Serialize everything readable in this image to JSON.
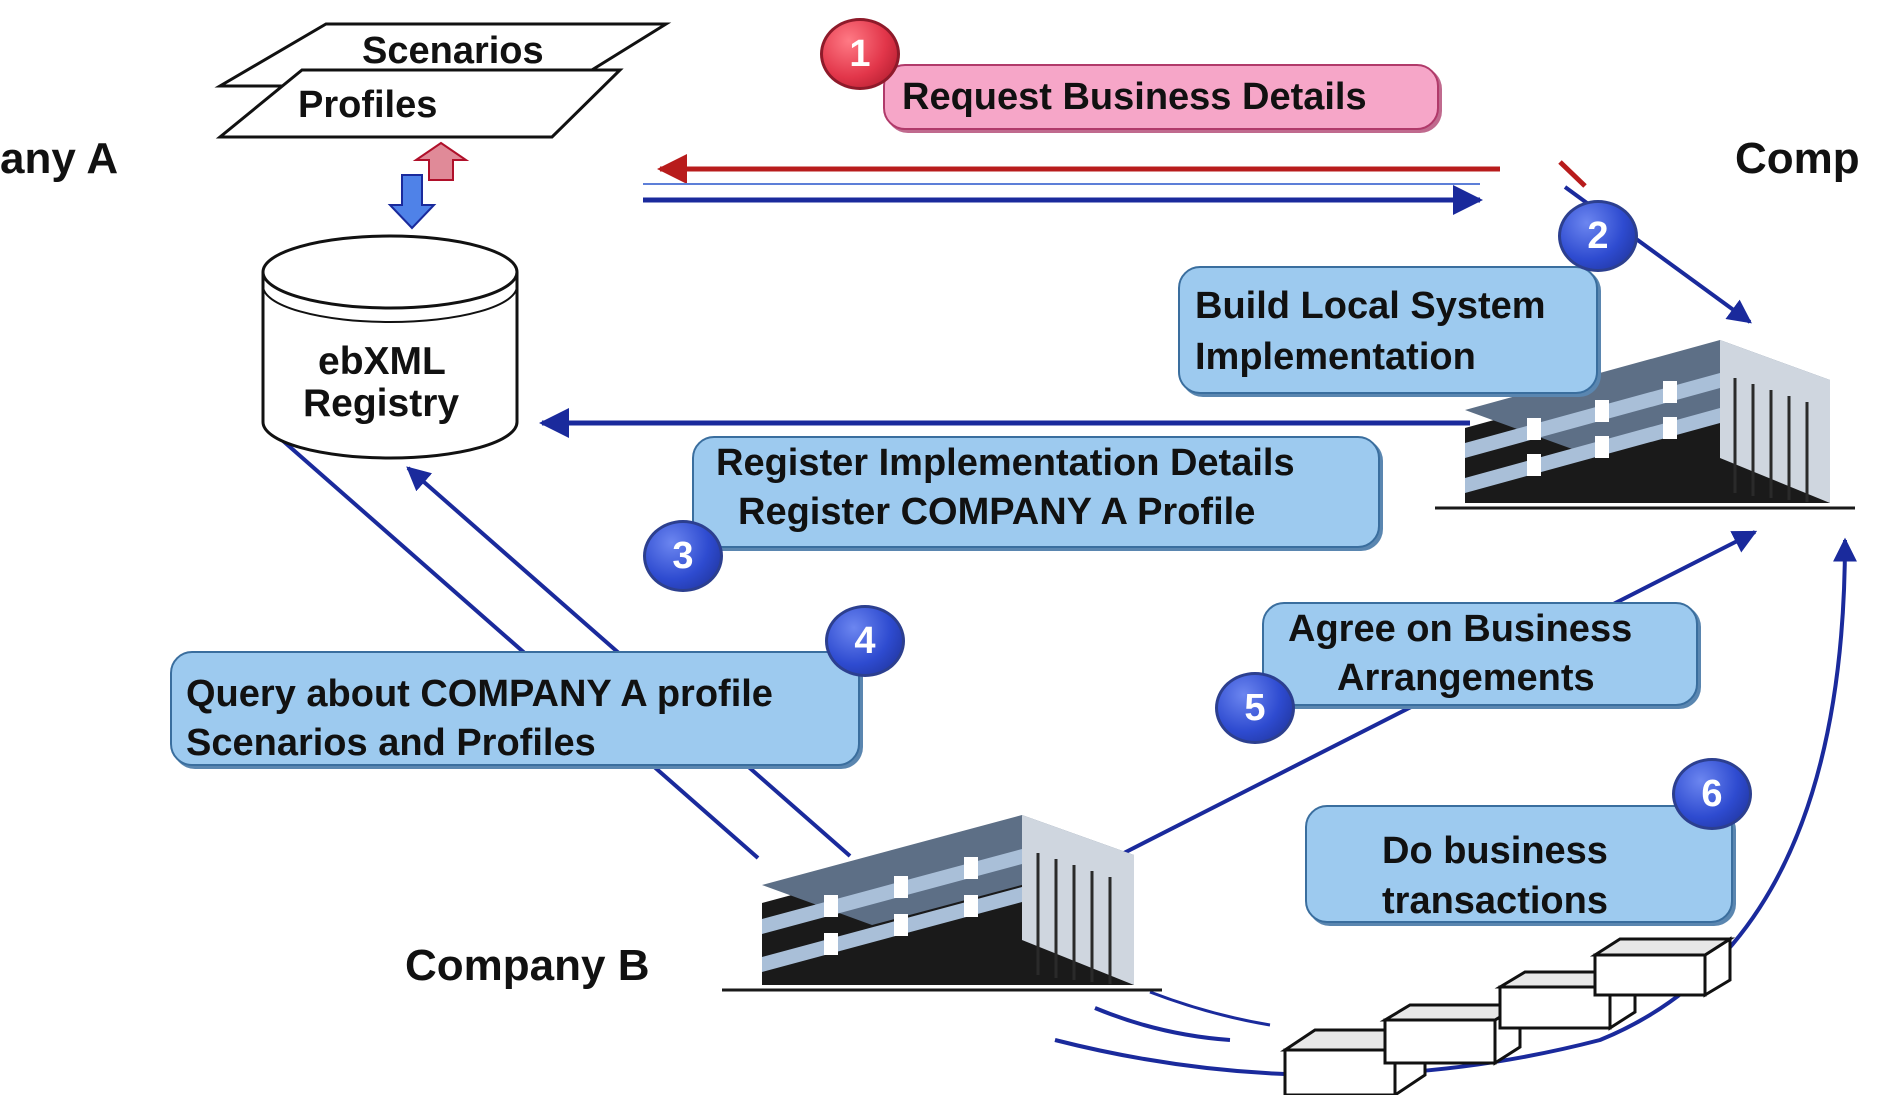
{
  "parties": {
    "company_a_left": "any A",
    "company_a_right": "Comp",
    "company_b": "Company B"
  },
  "documents": {
    "scenarios": "Scenarios",
    "profiles": "Profiles"
  },
  "registry": {
    "line1": "ebXML",
    "line2": "Registry"
  },
  "steps": [
    {
      "number": "1",
      "lines": [
        "Request Business Details"
      ]
    },
    {
      "number": "2",
      "lines": [
        "Build Local System",
        "Implementation"
      ]
    },
    {
      "number": "3",
      "lines": [
        "Register Implementation Details",
        "Register COMPANY A  Profile"
      ]
    },
    {
      "number": "4",
      "lines": [
        "Query about COMPANY A profile",
        "Scenarios and Profiles"
      ]
    },
    {
      "number": "5",
      "lines": [
        "Agree on Business",
        "Arrangements"
      ]
    },
    {
      "number": "6",
      "lines": [
        "Do business",
        "transactions"
      ]
    }
  ],
  "colors": {
    "arrow_blue": "#1a2a9c",
    "arrow_red": "#b81c1c",
    "callout_blue": "#9dcaef",
    "callout_pink": "#f6a6c8",
    "badge_blue": "#2e4bd0",
    "badge_red": "#e2364a"
  },
  "icons": [
    "office-building-icon",
    "database-cylinder-icon",
    "document-stack-icon"
  ]
}
